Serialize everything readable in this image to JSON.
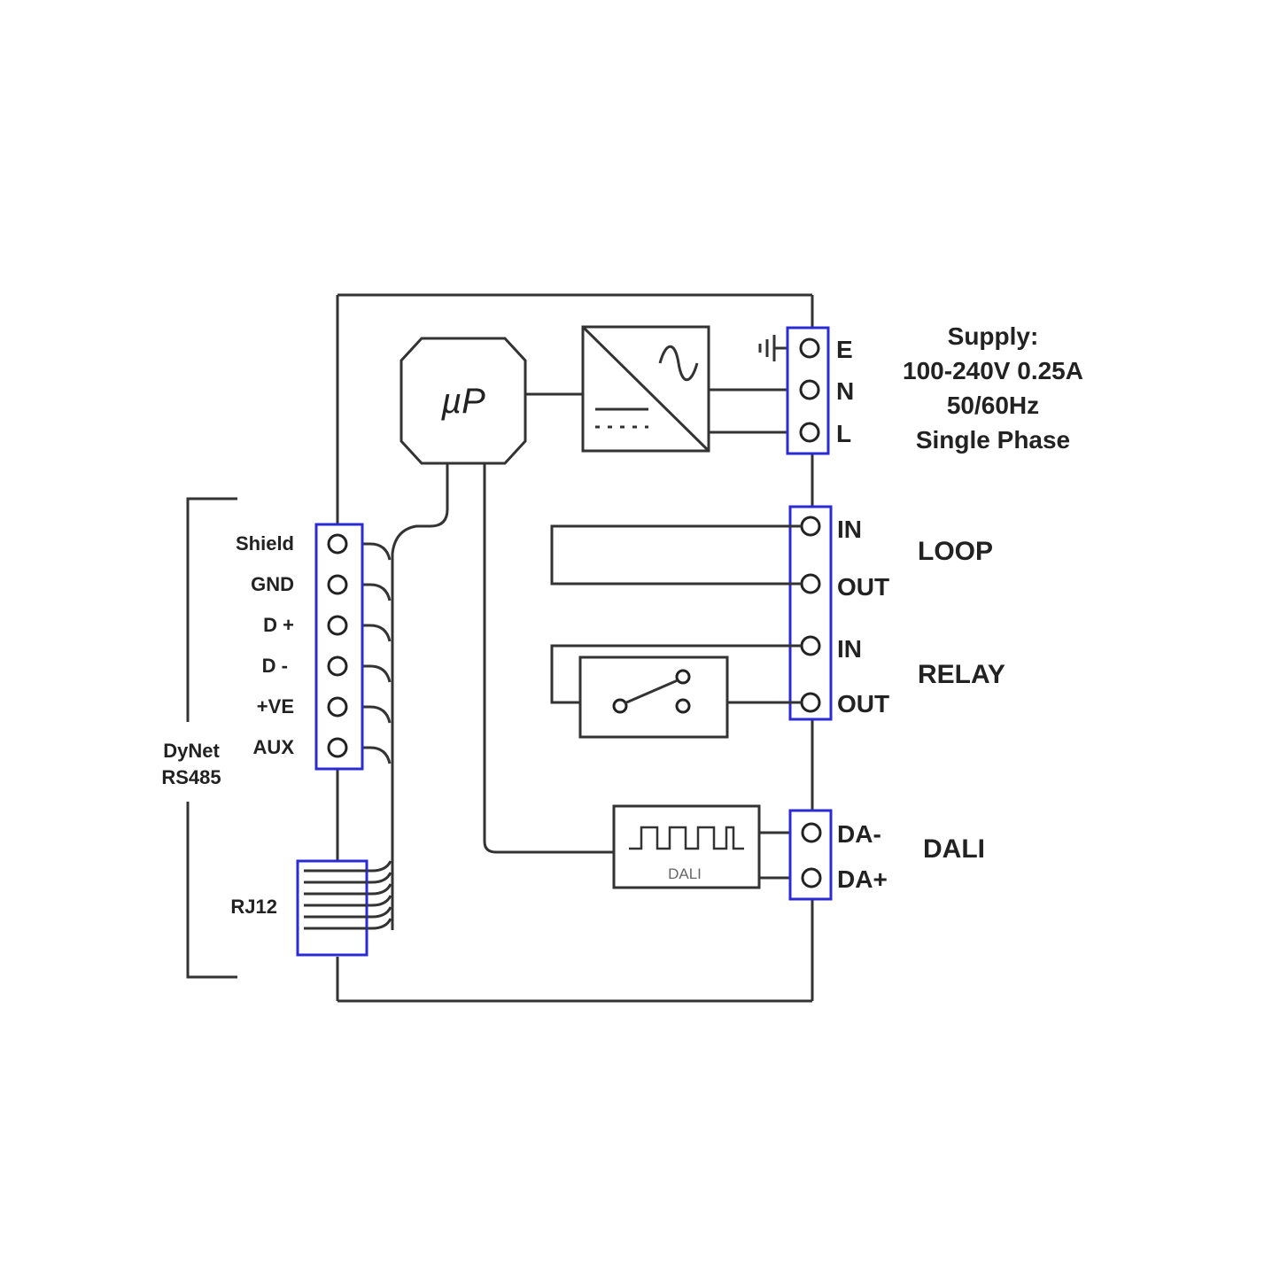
{
  "colors": {
    "line": "#333333",
    "terminal_block": "#2b2bd6",
    "background": "#ffffff"
  },
  "microprocessor": {
    "label": "µP"
  },
  "supply": {
    "title": "Supply:",
    "rating": "100-240V 0.25A",
    "frequency": "50/60Hz",
    "phase": "Single Phase",
    "terminals": [
      "E",
      "N",
      "L"
    ]
  },
  "loop": {
    "title": "LOOP",
    "terminals": [
      "IN",
      "OUT"
    ]
  },
  "relay": {
    "title": "RELAY",
    "terminals": [
      "IN",
      "OUT"
    ]
  },
  "dali": {
    "title": "DALI",
    "terminals": [
      "DA-",
      "DA+"
    ],
    "driver_label": "DALI"
  },
  "dynet": {
    "group_label_1": "DyNet",
    "group_label_2": "RS485",
    "terminals": [
      "Shield",
      "GND",
      "D +",
      "D -",
      "+VE",
      "AUX"
    ],
    "rj12_label": "RJ12"
  },
  "icons": [
    "earth-ground-icon",
    "ac-dc-converter-icon",
    "relay-switch-icon",
    "square-wave-icon"
  ]
}
